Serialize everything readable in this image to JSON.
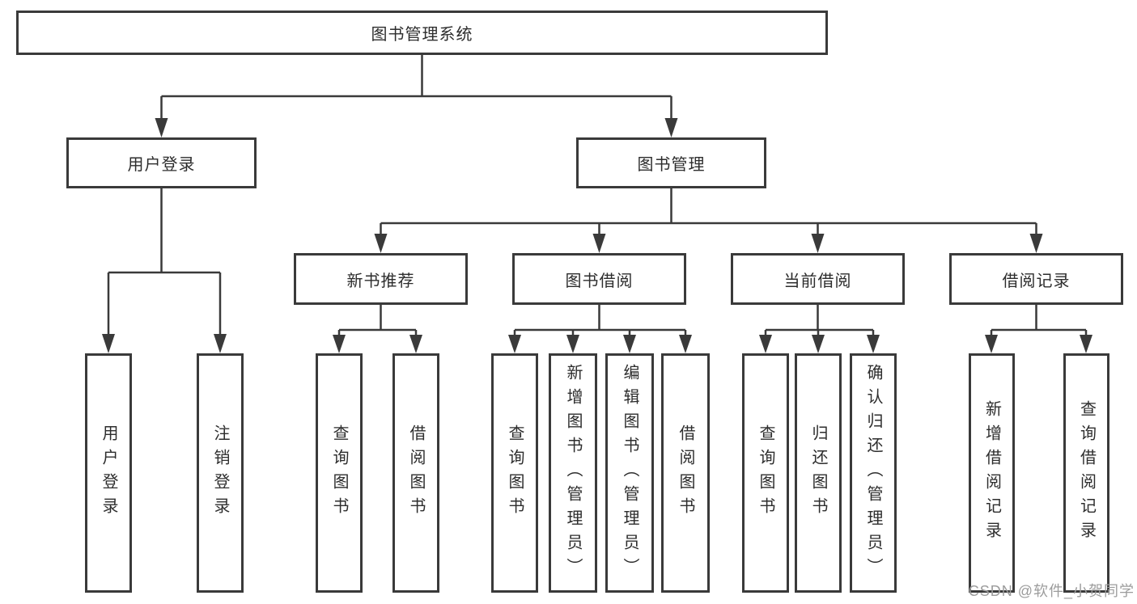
{
  "diagram_type": "hierarchy-tree",
  "tree": {
    "label": "图书管理系统",
    "children": [
      {
        "label": "用户登录",
        "children": [
          {
            "label": "用户登录"
          },
          {
            "label": "注销登录"
          }
        ]
      },
      {
        "label": "图书管理",
        "children": [
          {
            "label": "新书推荐",
            "children": [
              {
                "label": "查询图书"
              },
              {
                "label": "借阅图书"
              }
            ]
          },
          {
            "label": "图书借阅",
            "children": [
              {
                "label": "查询图书"
              },
              {
                "label": "新增图书（管理员）"
              },
              {
                "label": "编辑图书（管理员）"
              },
              {
                "label": "借阅图书"
              }
            ]
          },
          {
            "label": "当前借阅",
            "children": [
              {
                "label": "查询图书"
              },
              {
                "label": "归还图书"
              },
              {
                "label": "确认归还（管理员）"
              }
            ]
          },
          {
            "label": "借阅记录",
            "children": [
              {
                "label": "新增借阅记录"
              },
              {
                "label": "查询借阅记录"
              }
            ]
          }
        ]
      }
    ]
  },
  "watermark": {
    "text": "CSDN @软件_小贺同学",
    "color": "#9c9c9c"
  },
  "colors": {
    "line": "#3a3a3a",
    "box_border": "#3a3a3a",
    "text": "#2d2d2d",
    "background": "#ffffff"
  }
}
